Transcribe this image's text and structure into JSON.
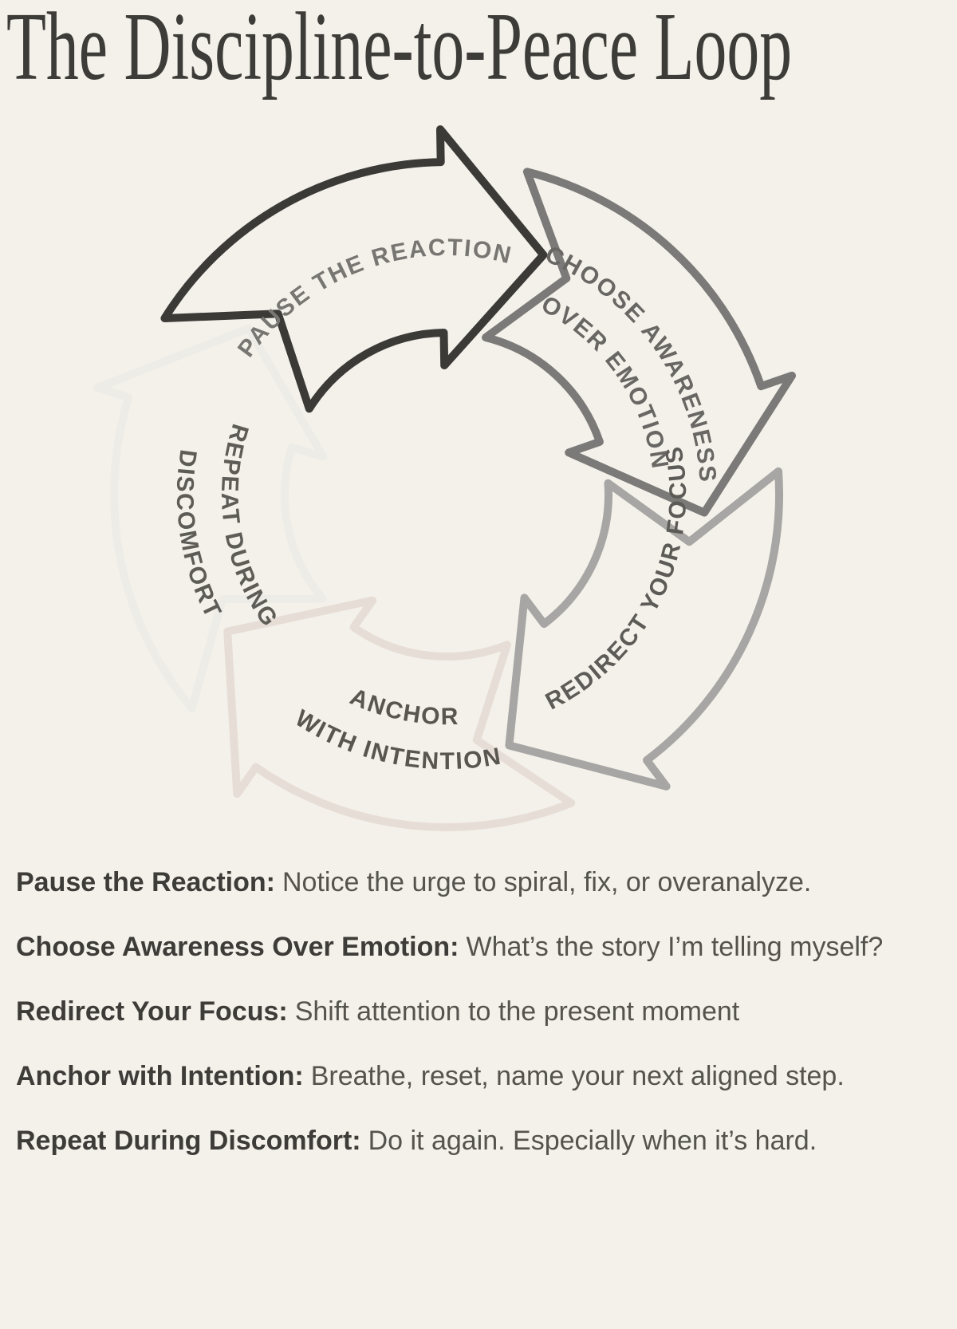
{
  "title": "The Discipline-to-Peace Loop",
  "colors": {
    "background": "#f4f1ea",
    "title": "#3d3c38",
    "legend_term": "#3e3c38",
    "legend_desc": "#55534e"
  },
  "diagram": {
    "steps": [
      {
        "id": "pause-the-reaction",
        "label_lines": [
          "PAUSE THE REACTION"
        ],
        "stroke": "#3b3a37",
        "text_color": "#787672"
      },
      {
        "id": "choose-awareness-over-emotion",
        "label_lines": [
          "CHOOSE AWARENESS",
          "OVER EMOTION"
        ],
        "stroke": "#7b7a78",
        "text_color": "#696764"
      },
      {
        "id": "redirect-your-focus",
        "label_lines": [
          "REDIRECT YOUR FOCUS"
        ],
        "stroke": "#a7a6a4",
        "text_color": "#5d5b57"
      },
      {
        "id": "anchor-with-intention",
        "label_lines": [
          "ANCHOR",
          "WITH INTENTION"
        ],
        "stroke": "#e6ddd6",
        "text_color": "#58564f"
      },
      {
        "id": "repeat-during-discomfort",
        "label_lines": [
          "REPEAT DURING",
          "DISCOMFORT"
        ],
        "stroke": "#edece7",
        "text_color": "#5e5c57"
      }
    ]
  },
  "legend": [
    {
      "term": "Pause the Reaction:",
      "desc": "Notice the urge to spiral, fix, or overanalyze."
    },
    {
      "term": "Choose Awareness Over Emotion:",
      "desc": "What’s the story I’m telling myself?"
    },
    {
      "term": "Redirect Your Focus:",
      "desc": "Shift attention to the present moment"
    },
    {
      "term": "Anchor with Intention:",
      "desc": "Breathe, reset, name your next aligned step."
    },
    {
      "term": "Repeat During Discomfort:",
      "desc": "Do it again. Especially when it’s hard."
    }
  ]
}
